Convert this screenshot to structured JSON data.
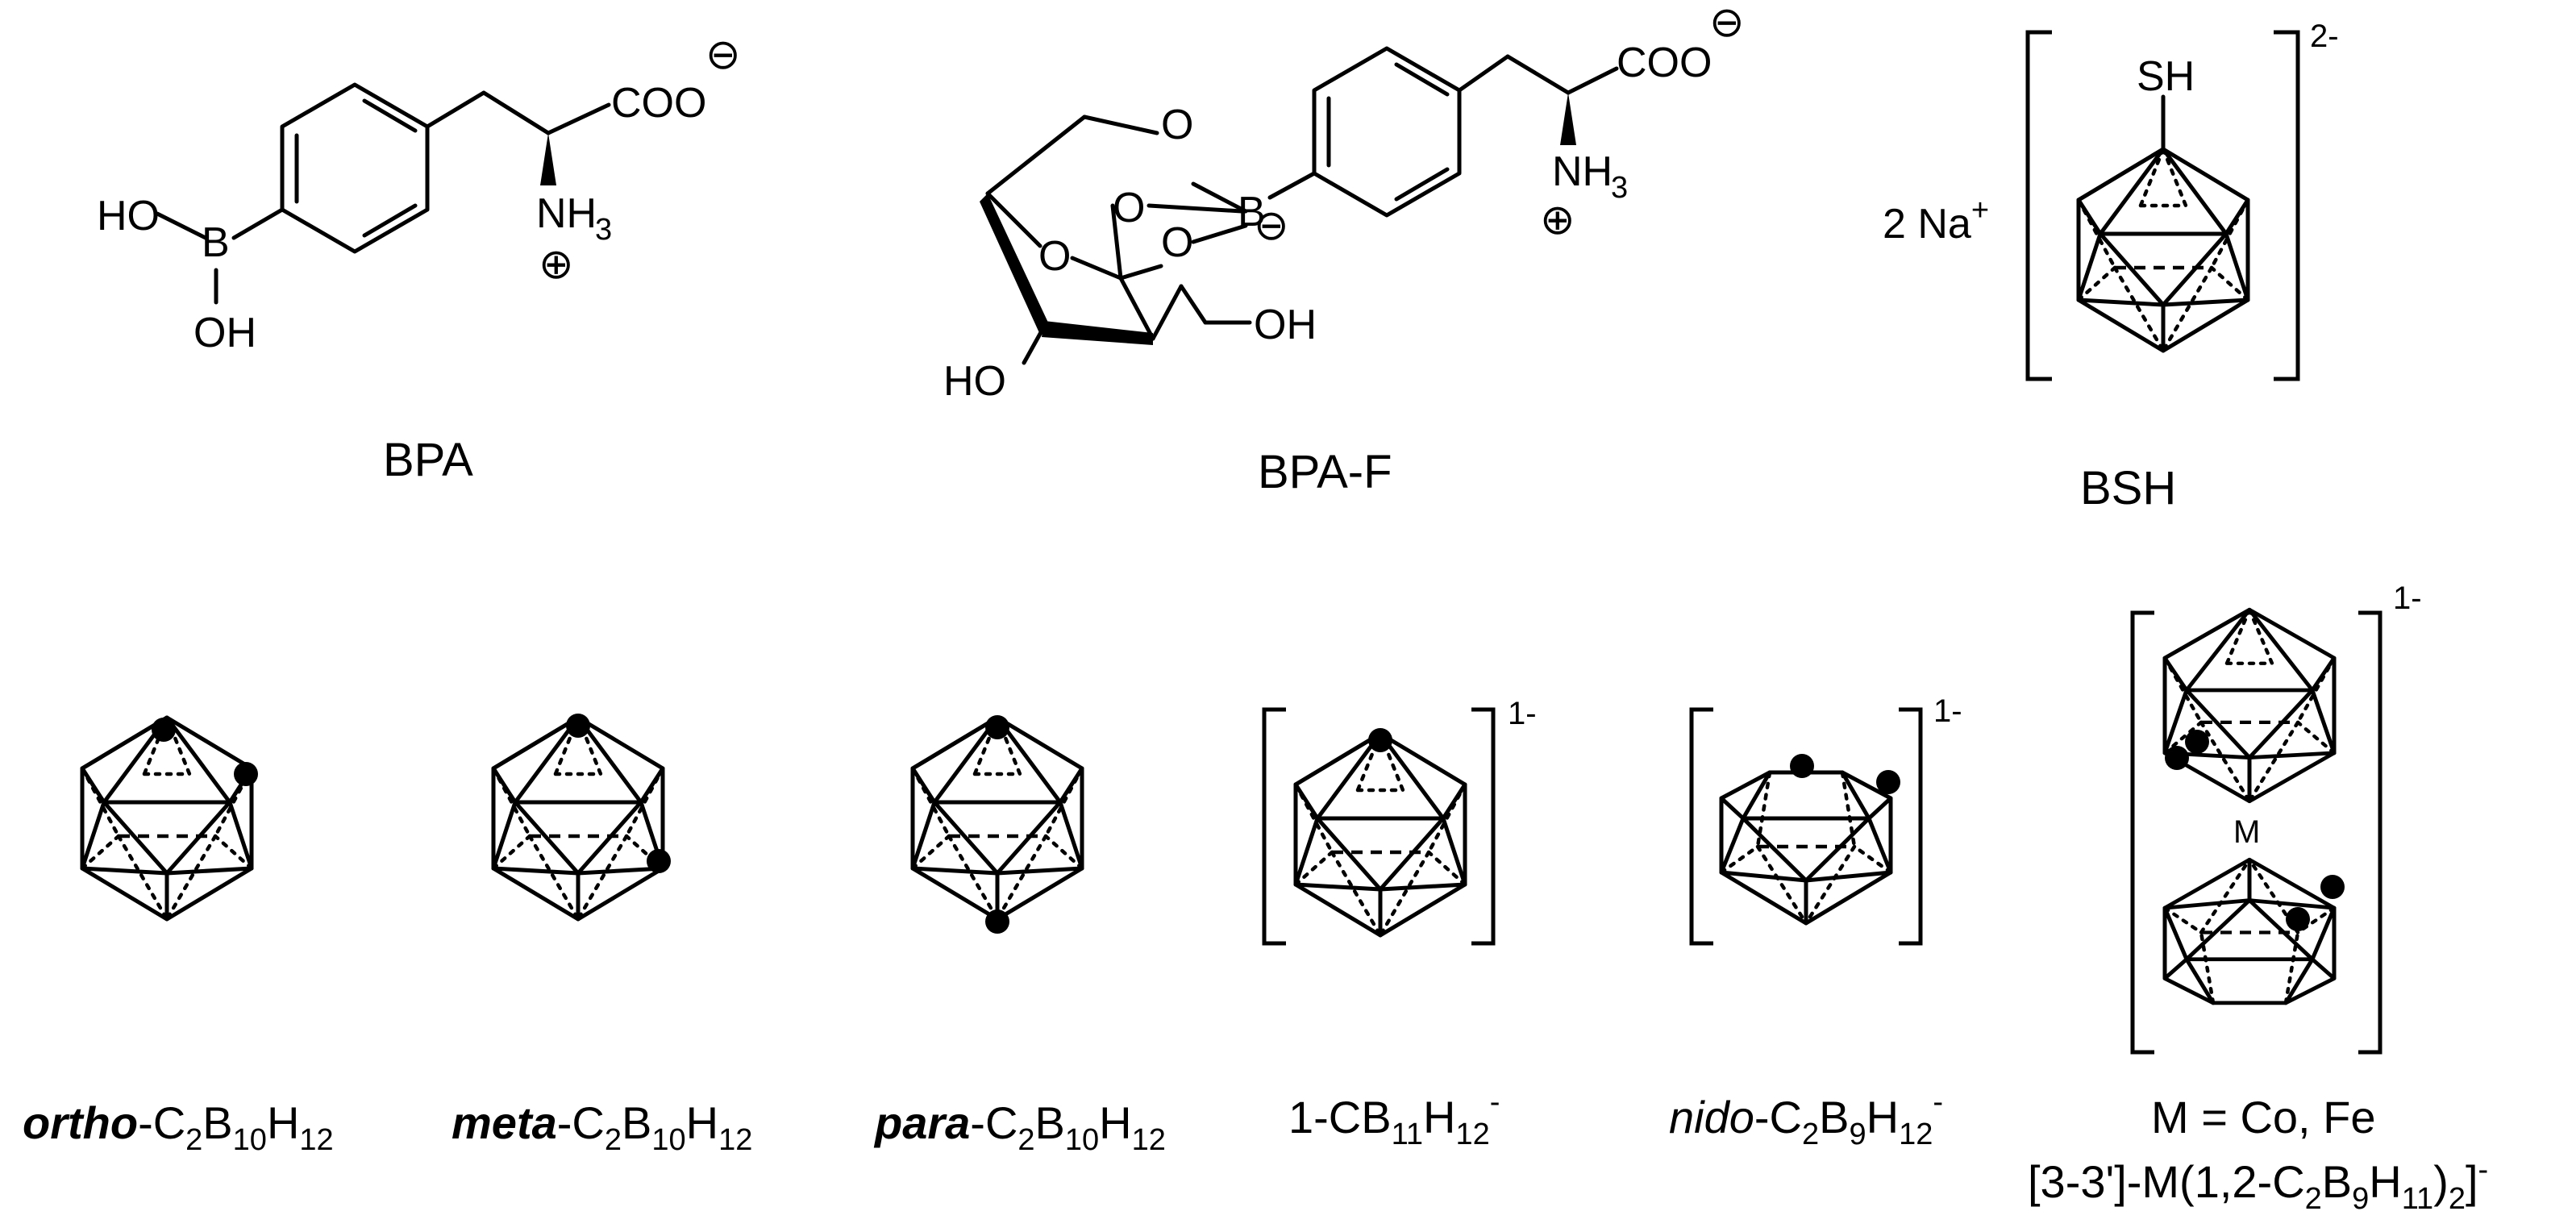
{
  "top_row": {
    "bpa": {
      "name": "BPA",
      "labels": {
        "boron": "B",
        "ho": "HO",
        "oh": "OH",
        "coo": "COO",
        "nh3": "NH",
        "h3sub": "3",
        "minus": "⊖",
        "plus": "⊕"
      }
    },
    "bpaf": {
      "name": "BPA-F",
      "labels": {
        "o1": "O",
        "o2": "O",
        "o3": "O",
        "o4": "O",
        "boron": "B",
        "bminus": "⊖",
        "oh": "OH",
        "ho": "HO",
        "coo": "COO",
        "minus": "⊖",
        "nh3": "NH",
        "h3sub": "3",
        "plus": "⊕"
      }
    },
    "bsh": {
      "name": "BSH",
      "sh": "SH",
      "counterion_prefix": "2 Na",
      "counterion_sup": "+",
      "charge": "2-"
    }
  },
  "bottom_row": {
    "ortho": {
      "prefix": "ortho",
      "rest": "-C",
      "s1": "2",
      "b": "B",
      "s2": "10",
      "h": "H",
      "s3": "12"
    },
    "meta": {
      "prefix": "meta",
      "rest": "-C",
      "s1": "2",
      "b": "B",
      "s2": "10",
      "h": "H",
      "s3": "12"
    },
    "para": {
      "prefix": "para",
      "rest": "-C",
      "s1": "2",
      "b": "B",
      "s2": "10",
      "h": "H",
      "s3": "12"
    },
    "cb11": {
      "pre": "1-CB",
      "s1": "11",
      "h": "H",
      "s2": "12",
      "sup": "-",
      "charge": "1-"
    },
    "nido": {
      "prefix": "nido",
      "rest": "-C",
      "s1": "2",
      "b": "B",
      "s2": "9",
      "h": "H",
      "s3": "12",
      "sup": "-",
      "charge": "1-"
    },
    "metallo": {
      "m_label": "M",
      "charge": "1-",
      "line1": "M = Co, Fe",
      "line2_a": "[3-3']-M(1,2-C",
      "line2_s1": "2",
      "line2_b": "B",
      "line2_s2": "9",
      "line2_h": "H",
      "line2_s3": "11",
      "line2_c": ")",
      "line2_s4": "2",
      "line2_d": "]",
      "line2_sup": "-"
    }
  }
}
